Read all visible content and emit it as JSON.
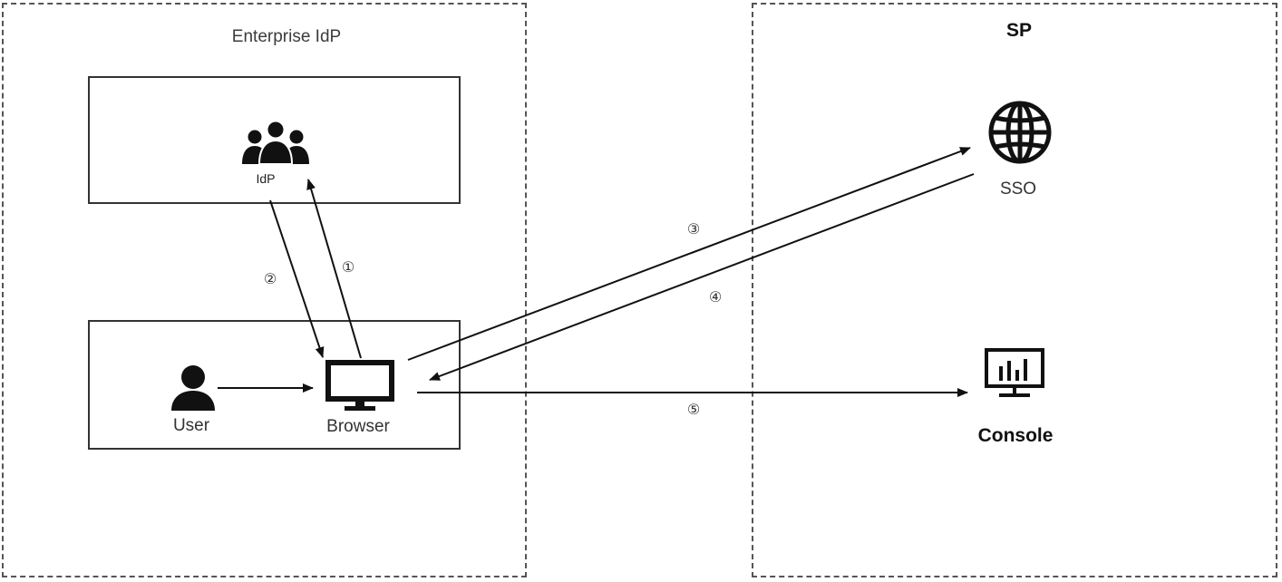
{
  "groups": {
    "enterprise": {
      "title": "Enterprise IdP"
    },
    "sp": {
      "title": "SP"
    }
  },
  "nodes": {
    "idp": {
      "label": "IdP",
      "icon": "user-group-icon"
    },
    "user": {
      "label": "User",
      "icon": "user-icon"
    },
    "browser": {
      "label": "Browser",
      "icon": "monitor-icon"
    },
    "sso": {
      "label": "SSO",
      "icon": "globe-icon"
    },
    "console": {
      "label": "Console",
      "icon": "dashboard-monitor-icon"
    }
  },
  "steps": {
    "s1": "①",
    "s2": "②",
    "s3": "③",
    "s4": "④",
    "s5": "⑤"
  },
  "colors": {
    "line": "#111111",
    "dashed_border": "#555555",
    "icon": "#111111"
  }
}
